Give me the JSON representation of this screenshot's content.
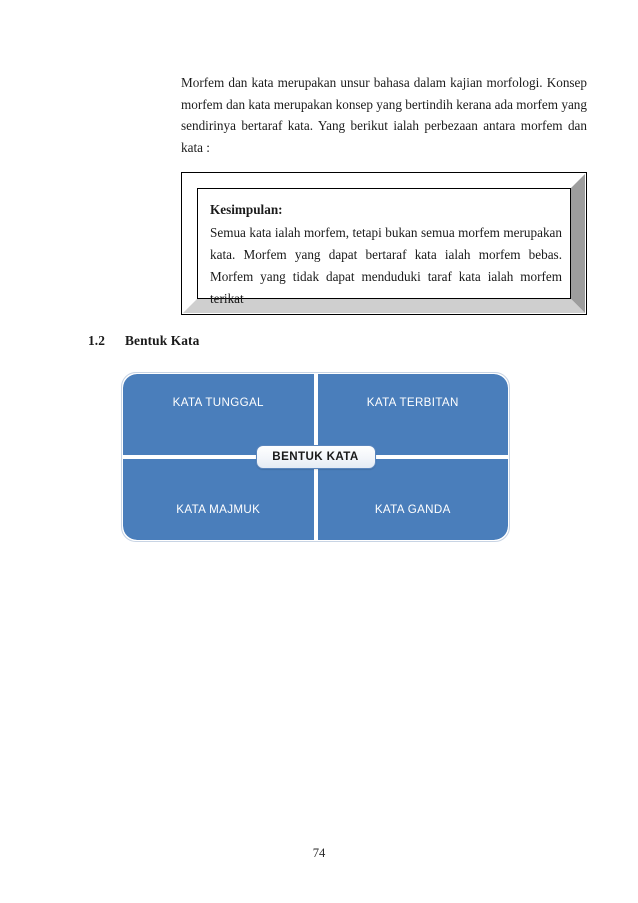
{
  "page": {
    "number": "74"
  },
  "intro": {
    "text": "Morfem dan kata merupakan unsur bahasa dalam kajian morfologi. Konsep morfem dan kata merupakan konsep yang bertindih kerana ada morfem yang sendirinya bertaraf kata. Yang berikut ialah perbezaan antara morfem dan kata :"
  },
  "conclusion_box": {
    "heading": "Kesimpulan:",
    "body": "Semua kata ialah morfem, tetapi bukan semua morfem merupakan kata. Morfem yang dapat bertaraf kata ialah morfem bebas. Morfem yang tidak dapat menduduki taraf kata ialah morfem terikat",
    "bevel_colors": {
      "top": "#ffffff",
      "left": "#ffffff",
      "right": "#9d9d9d",
      "bottom": "#cfcfcf",
      "outline": "#000000"
    }
  },
  "section": {
    "number": "1.2",
    "title": "Bentuk Kata"
  },
  "diagram": {
    "center_label": "BENTUK KATA",
    "accent_color": "#4a7ebb",
    "divider_color": "#ffffff",
    "border_color": "#c8d4e4",
    "quadrants": [
      {
        "label": "KATA TUNGGAL",
        "position": "top-left"
      },
      {
        "label": "KATA TERBITAN",
        "position": "top-right"
      },
      {
        "label": "KATA MAJMUK",
        "position": "bottom-left"
      },
      {
        "label": "KATA GANDA",
        "position": "bottom-right"
      }
    ]
  }
}
